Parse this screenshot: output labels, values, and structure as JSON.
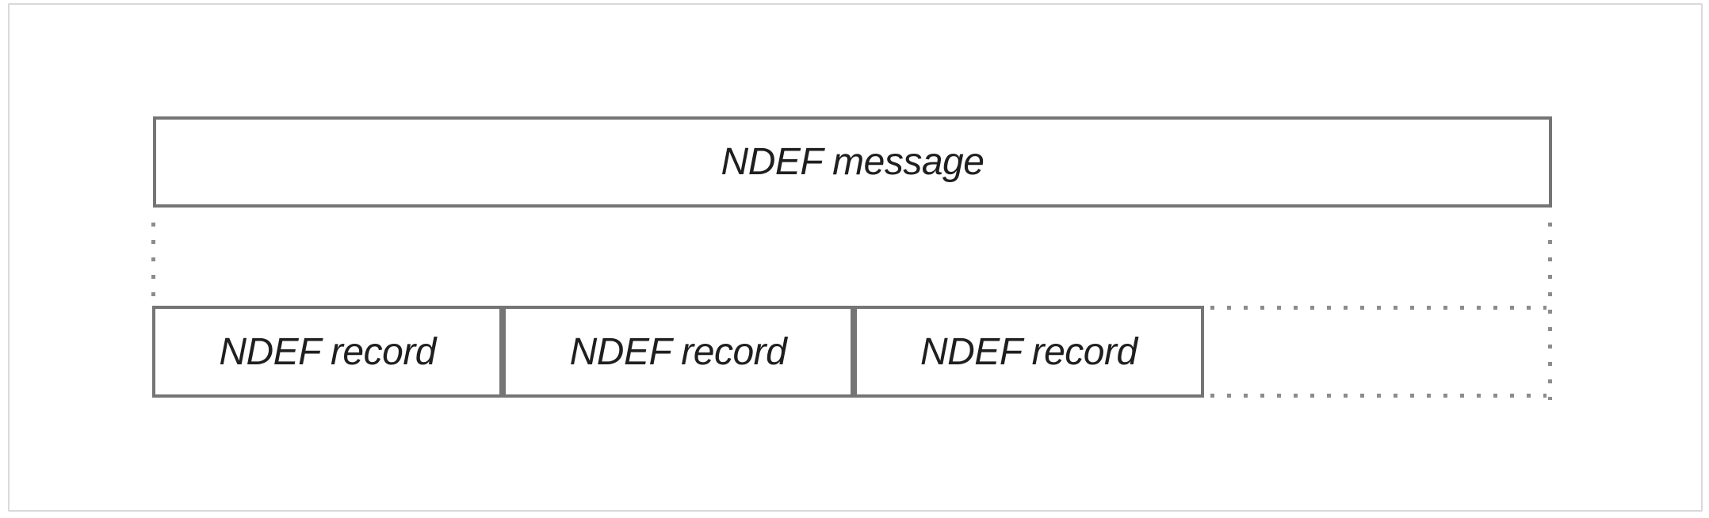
{
  "message_box": {
    "label": "NDEF message"
  },
  "records": [
    {
      "label": "NDEF record"
    },
    {
      "label": "NDEF record"
    },
    {
      "label": "NDEF record"
    }
  ],
  "continuation": {
    "style": "dotted-outline",
    "meaning_hint": ""
  },
  "colors": {
    "box_border": "#757575",
    "dotted_line": "#8c8c8c",
    "text": "#1f1f1f",
    "frame_border": "#d9d9d9",
    "background": "#ffffff"
  }
}
